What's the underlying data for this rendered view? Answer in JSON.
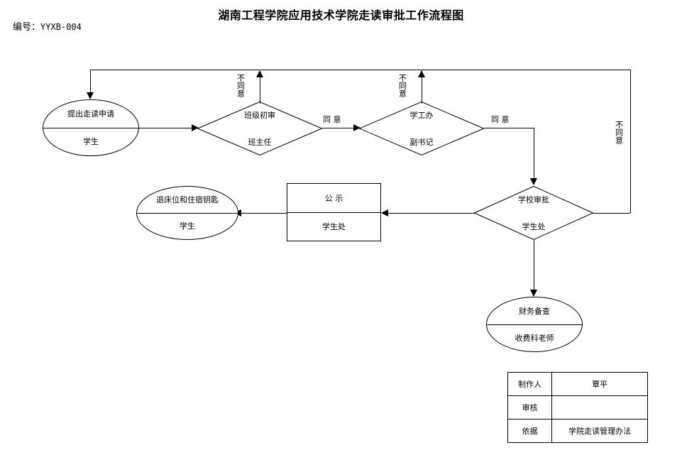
{
  "header": {
    "doc_label": "编号：",
    "doc_code": "YYXB-004",
    "title": "湖南工程学院应用技术学院走读审批工作流程图"
  },
  "nodes": {
    "apply": {
      "top": "提出走读申请",
      "bottom": "学生"
    },
    "class_review": {
      "top": "班级初审",
      "bottom": "班主任"
    },
    "student_affairs_office": {
      "top": "学工办",
      "bottom": "副书记"
    },
    "school_approval": {
      "top": "学校审批",
      "bottom": "学生处"
    },
    "public_notice": {
      "top": "公  示",
      "bottom": "学生处"
    },
    "return_bed": {
      "top": "退床位和住宿钥匙",
      "bottom": "学生"
    },
    "finance_check": {
      "top": "财务备查",
      "bottom": "收费科老师"
    }
  },
  "edges": {
    "disagree_class": "不同意",
    "disagree_office": "不同意",
    "disagree_school": "不同意",
    "agree_class_to_office": "同 意",
    "agree_office_to_school": "同 意"
  },
  "signature_table": {
    "rows": [
      {
        "key": "制作人",
        "value": "覃平"
      },
      {
        "key": "审核",
        "value": ""
      },
      {
        "key": "依据",
        "value": "学院走读管理办法"
      }
    ]
  },
  "colors": {
    "line": "#000000",
    "background": "#ffffff"
  }
}
